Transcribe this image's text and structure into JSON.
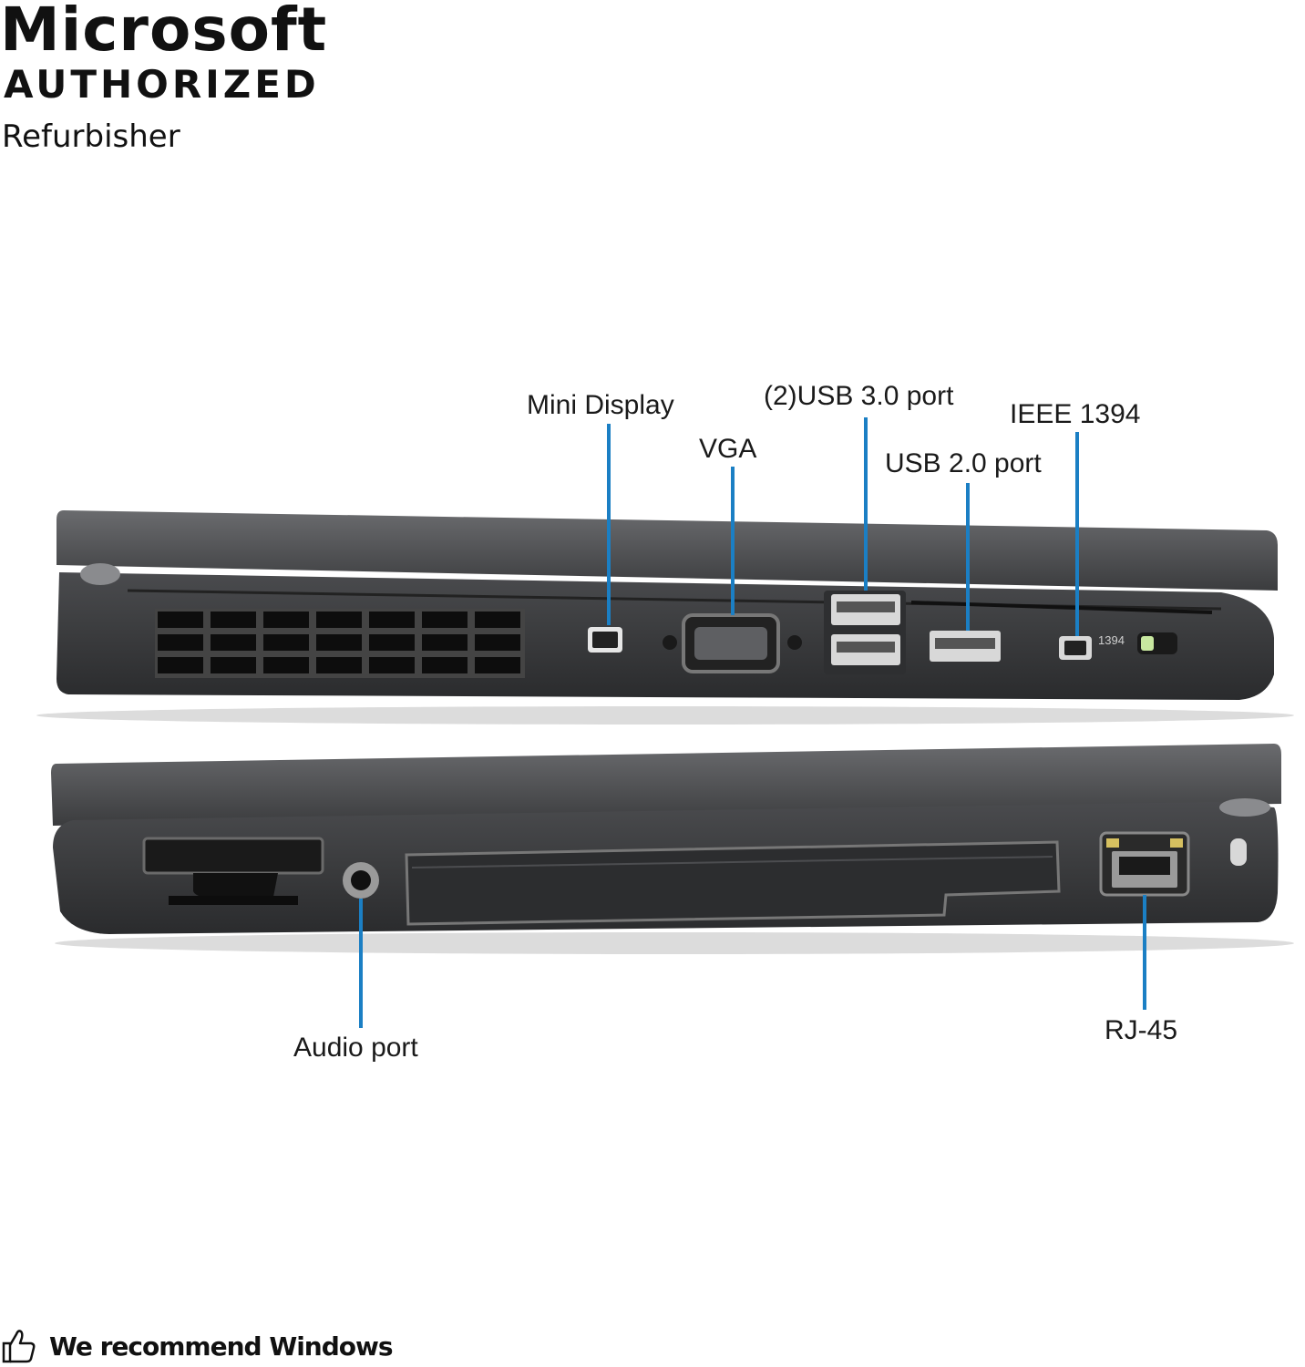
{
  "badge": {
    "brand": "Microsoft",
    "line2": "AUTHORIZED",
    "line3": "Refurbisher"
  },
  "callouts": {
    "mini_display": "Mini Display",
    "vga": "VGA",
    "usb3": "(2)USB 3.0 port",
    "usb2": "USB 2.0 port",
    "ieee": "IEEE 1394",
    "audio": "Audio port",
    "rj45": "RJ-45"
  },
  "port_print": {
    "ieee_mark": "1394"
  },
  "footer": {
    "text": "We recommend Windows",
    "icon": "thumbs-up-icon"
  },
  "colors": {
    "callout_line": "#1b7fc4",
    "chassis": "#3a3b3d"
  }
}
